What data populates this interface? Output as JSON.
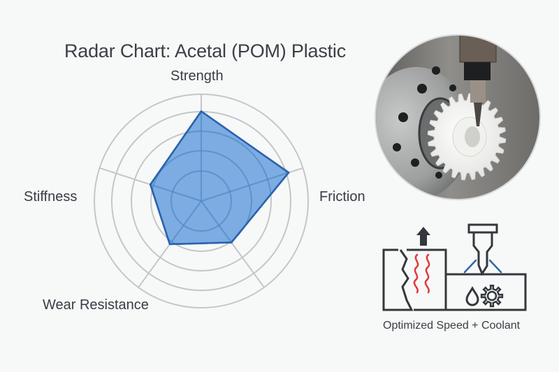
{
  "title": "Radar Chart: Acetal (POM) Plastic",
  "axes": {
    "strength": "Strength",
    "friction": "Friction",
    "stiffness": "Stiffness",
    "wear": "Wear Resistance"
  },
  "photo": {
    "description": "White plastic gear mounted on metal spindle under CNC tool"
  },
  "icon": {
    "caption": "Optimized Speed + Coolant",
    "heat_color": "#e0393b",
    "coolant_color": "#2f66a8",
    "line_color": "#33383c"
  },
  "colors": {
    "fill": "#6ea3df",
    "stroke": "#2a64ad",
    "grid": "#c4c6c8"
  },
  "chart_data": {
    "type": "radar",
    "title": "Radar Chart: Acetal (POM) Plastic",
    "axes": [
      "Strength",
      "Friction",
      "",
      "Wear Resistance",
      "Stiffness"
    ],
    "series": [
      {
        "name": "Acetal (POM)",
        "values": [
          4.2,
          4.3,
          2.4,
          2.5,
          2.5
        ]
      }
    ],
    "rlim": [
      0,
      5
    ],
    "ring_levels": [
      1,
      2,
      3,
      4,
      5
    ],
    "grid": true,
    "legend": "none"
  }
}
